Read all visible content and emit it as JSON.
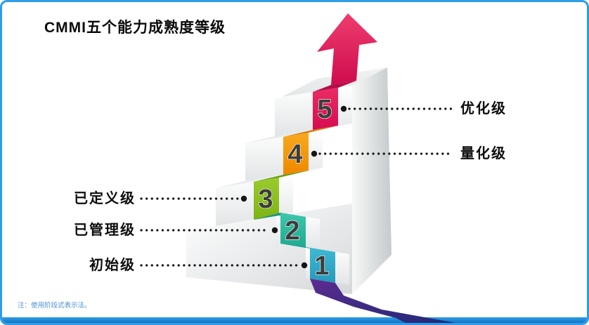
{
  "title": "CMMI五个能力成熟度等级",
  "footnote": "注：使用阶段式表示法。",
  "levels": [
    {
      "num": "1",
      "label": "初始级",
      "color": "#2fa8c5"
    },
    {
      "num": "2",
      "label": "已管理级",
      "color": "#27ae96"
    },
    {
      "num": "3",
      "label": "已定义级",
      "color": "#8abf1e"
    },
    {
      "num": "4",
      "label": "量化级",
      "color": "#f39800"
    },
    {
      "num": "5",
      "label": "优化级",
      "color": "#e0114f"
    }
  ],
  "colors": {
    "arrow": "#e0114f",
    "ribbon_bottom": "#4b2a86",
    "frame": "#2f9ce8",
    "bottom_bar": "#1a82d6",
    "connector_line": "#161616",
    "number_fill": "#3c3c3c"
  }
}
